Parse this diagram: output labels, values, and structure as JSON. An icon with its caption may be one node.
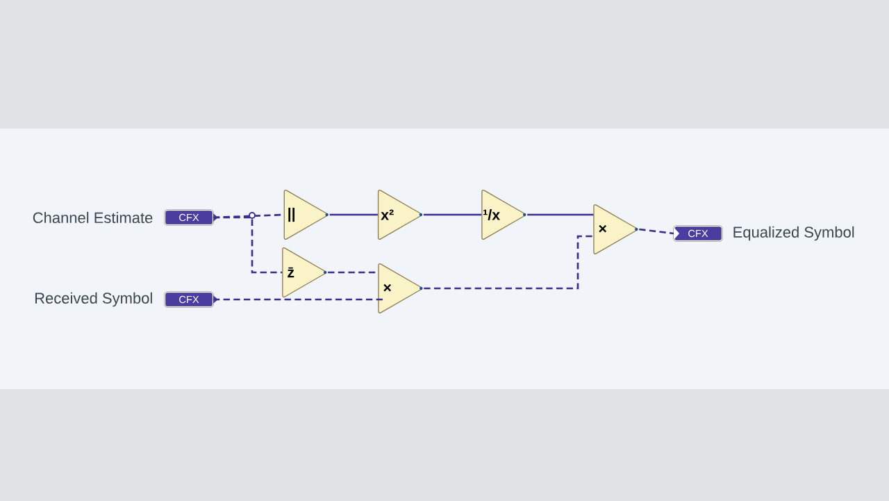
{
  "diagram": {
    "nodes": [
      {
        "text": [
          "CFX"
        ],
        "beside": [
          "Channel Estimate"
        ]
      },
      {
        "text": [
          "CFX"
        ],
        "beside": [
          "Received Symbol"
        ]
      },
      {
        "text": [
          "||"
        ]
      },
      {
        "text": [
          "z̄"
        ]
      },
      {
        "text": [
          "x²"
        ]
      },
      {
        "text": [
          "¹/x"
        ]
      },
      {
        "text": [
          "×"
        ]
      },
      {
        "text": [
          "×"
        ]
      },
      {
        "text": [
          "CFX"
        ],
        "beside": [
          "Equalized Symbol"
        ]
      }
    ],
    "edges": [
      {
        "from": 0,
        "to": 2,
        "arrow": "none",
        "style": "dashed"
      },
      {
        "from": 0,
        "to": 3,
        "arrow": "none",
        "style": "dashed"
      },
      {
        "from": 2,
        "to": 4,
        "arrow": "none"
      },
      {
        "from": 4,
        "to": 5,
        "arrow": "none"
      },
      {
        "from": 5,
        "to": 7,
        "arrow": "none"
      },
      {
        "from": 3,
        "to": 6,
        "arrow": "none",
        "style": "dashed"
      },
      {
        "from": 1,
        "to": 6,
        "arrow": "none",
        "style": "dashed"
      },
      {
        "from": 6,
        "to": 7,
        "arrow": "none",
        "style": "dashed"
      },
      {
        "from": 7,
        "to": 8,
        "arrow": "none",
        "style": "dashed"
      }
    ]
  }
}
